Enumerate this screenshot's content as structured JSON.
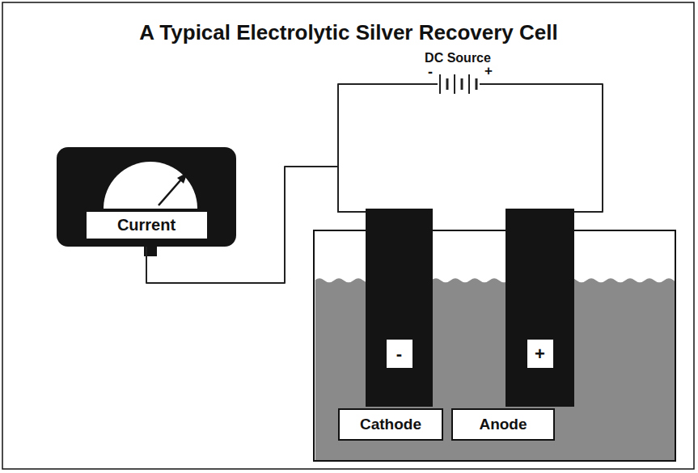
{
  "diagram": {
    "title": "A Typical Electrolytic Silver Recovery Cell",
    "nodes": [
      {
        "text": [
          "Current"
        ]
      },
      {
        "text": [
          "-"
        ]
      },
      {
        "text": [
          "+"
        ]
      },
      {
        "text": [
          "Cathode"
        ]
      },
      {
        "text": [
          "Anode"
        ]
      }
    ],
    "edges": [
      {
        "from": 0,
        "to": 1,
        "arrow": "none"
      },
      {
        "from": 1,
        "to": 2,
        "arrow": "none"
      }
    ],
    "labels": [
      "DC Source",
      "-",
      "+"
    ]
  }
}
